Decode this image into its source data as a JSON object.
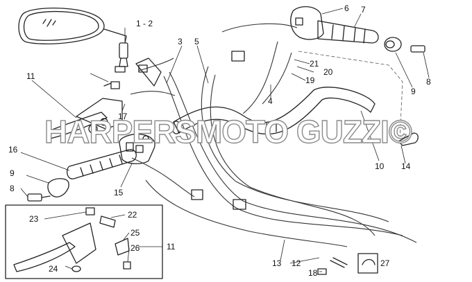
{
  "watermark": "HARPERSMOTO GUZZI©",
  "labels": [
    {
      "id": "l1",
      "text": "1 - 2"
    },
    {
      "id": "l3",
      "text": "3"
    },
    {
      "id": "l4",
      "text": "4"
    },
    {
      "id": "l5",
      "text": "5"
    },
    {
      "id": "l6",
      "text": "6"
    },
    {
      "id": "l7",
      "text": "7"
    },
    {
      "id": "l8a",
      "text": "8"
    },
    {
      "id": "l8b",
      "text": "8"
    },
    {
      "id": "l9a",
      "text": "9"
    },
    {
      "id": "l9b",
      "text": "9"
    },
    {
      "id": "l10",
      "text": "10"
    },
    {
      "id": "l11a",
      "text": "11"
    },
    {
      "id": "l11b",
      "text": "11"
    },
    {
      "id": "l12",
      "text": "12"
    },
    {
      "id": "l13",
      "text": "13"
    },
    {
      "id": "l14",
      "text": "14"
    },
    {
      "id": "l15",
      "text": "15"
    },
    {
      "id": "l16",
      "text": "16"
    },
    {
      "id": "l17",
      "text": "17"
    },
    {
      "id": "l18",
      "text": "18"
    },
    {
      "id": "l19",
      "text": "19"
    },
    {
      "id": "l20",
      "text": "20"
    },
    {
      "id": "l21",
      "text": "21"
    },
    {
      "id": "l22",
      "text": "22"
    },
    {
      "id": "l23",
      "text": "23"
    },
    {
      "id": "l24",
      "text": "24"
    },
    {
      "id": "l25",
      "text": "25"
    },
    {
      "id": "l26",
      "text": "26"
    },
    {
      "id": "l27",
      "text": "27"
    }
  ]
}
